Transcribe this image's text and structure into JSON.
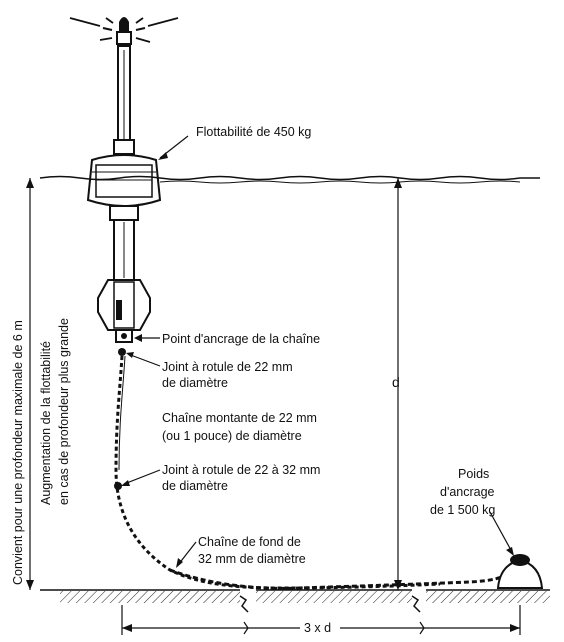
{
  "labels": {
    "buoyancy": "Flottabilité de 450 kg",
    "anchor_point": "Point d'ancrage de la chaîne",
    "swivel_22_l1": "Joint à rotule de 22 mm",
    "swivel_22_l2": "de diamètre",
    "riser_l1": "Chaîne montante de 22 mm",
    "riser_l2": "(ou 1 pouce) de diamètre",
    "swivel_22_32_l1": "Joint à rotule de 22 à 32 mm",
    "swivel_22_32_l2": "de diamètre",
    "ground_chain_l1": "Chaîne de fond de",
    "ground_chain_l2": "32 mm de diamètre",
    "weight_l1": "Poids",
    "weight_l2": "d'ancrage",
    "weight_l3": "de 1 500 kg",
    "depth": "d",
    "spread": "3 x d",
    "vertical_1": "Convient pour une profondeur maximale de 6 m",
    "vertical_2": "Augmentation de la flottabilité",
    "vertical_3": "en cas de profondeur plus grande"
  }
}
